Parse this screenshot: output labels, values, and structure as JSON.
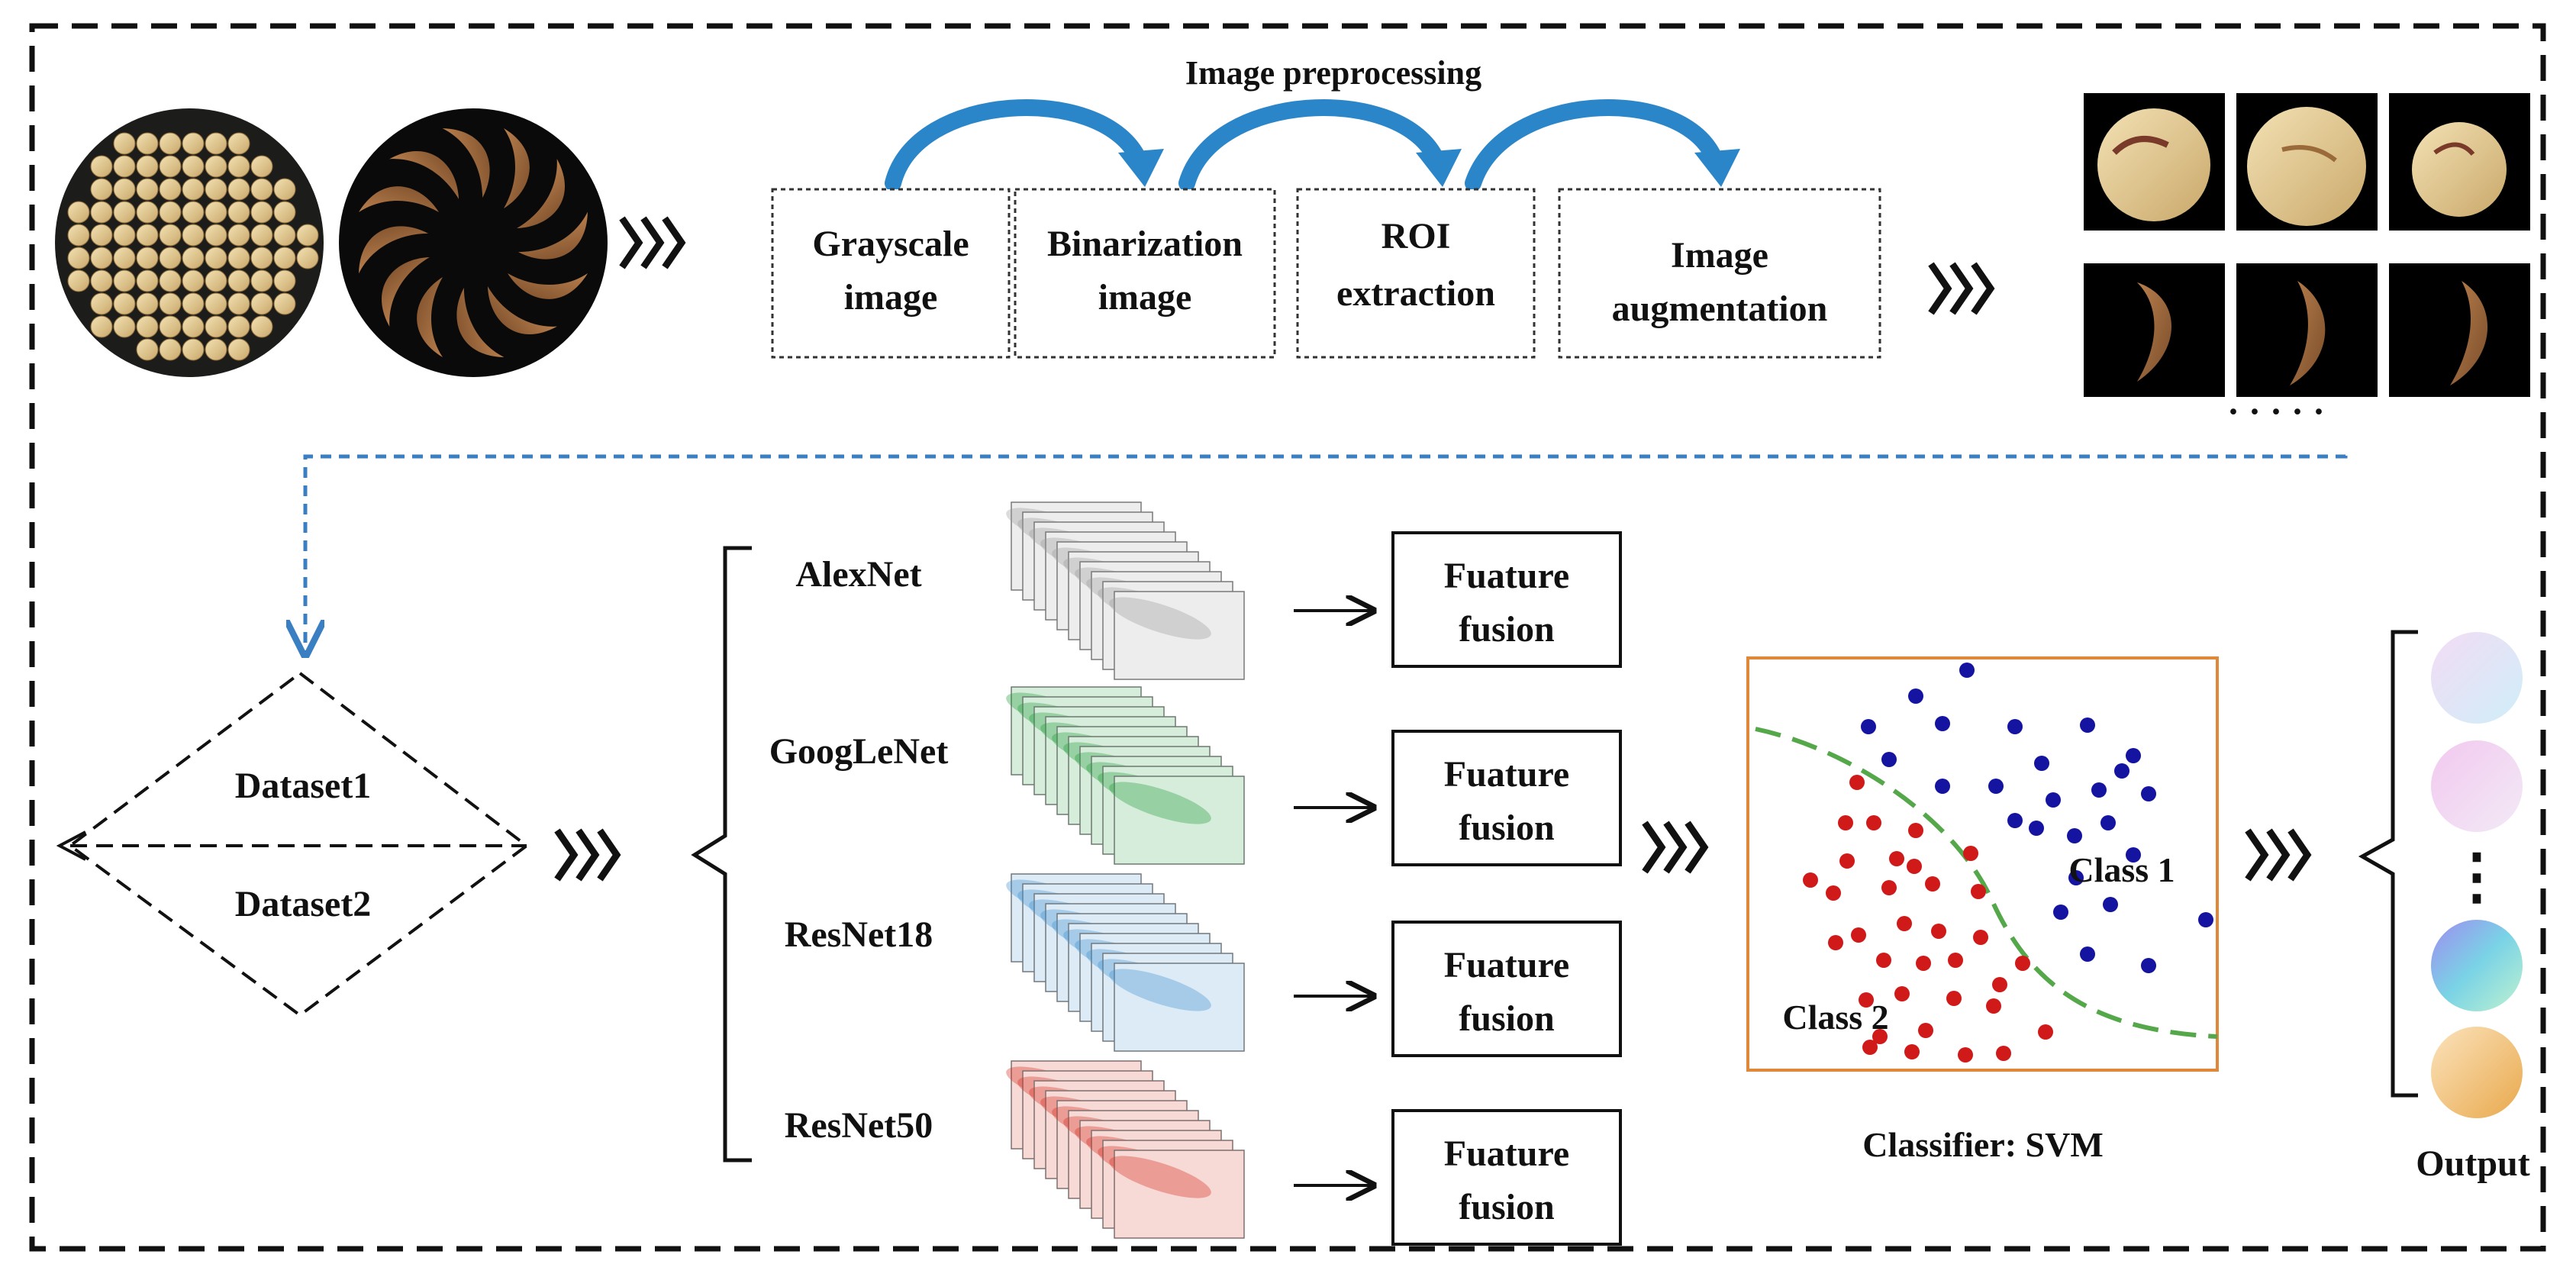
{
  "top": {
    "preprocessing_title": "Image preprocessing",
    "steps": [
      {
        "line1": "Grayscale",
        "line2": "image"
      },
      {
        "line1": "Binarization",
        "line2": "image"
      },
      {
        "line1": "ROI",
        "line2": "extraction"
      },
      {
        "line1": "Image",
        "line2": "augmentation"
      }
    ],
    "samples_ellipsis": "· · · · ·"
  },
  "datasets": {
    "dataset1": "Dataset1",
    "dataset2": "Dataset2"
  },
  "networks": [
    {
      "name": "AlexNet",
      "fusion_line1": "Fuature",
      "fusion_line2": "fusion",
      "color": "#9a9a9a"
    },
    {
      "name": "GoogLeNet",
      "fusion_line1": "Fuature",
      "fusion_line2": "fusion",
      "color": "#1f9a3a"
    },
    {
      "name": "ResNet18",
      "fusion_line1": "Fuature",
      "fusion_line2": "fusion",
      "color": "#3f8fcf"
    },
    {
      "name": "ResNet50",
      "fusion_line1": "Fuature",
      "fusion_line2": "fusion",
      "color": "#d42a1e"
    }
  ],
  "classifier": {
    "caption": "Classifier: SVM",
    "class1_label": "Class 1",
    "class2_label": "Class 2",
    "class1_color": "#1414a0",
    "class2_color": "#d01a1a",
    "boundary_color": "#55a84a",
    "border_color": "#e0883a"
  },
  "output": {
    "label": "Output",
    "ellipsis": "⋮"
  },
  "colors": {
    "flow_arrow": "#3a7fc1",
    "curve_arrow": "#2a86c8"
  }
}
